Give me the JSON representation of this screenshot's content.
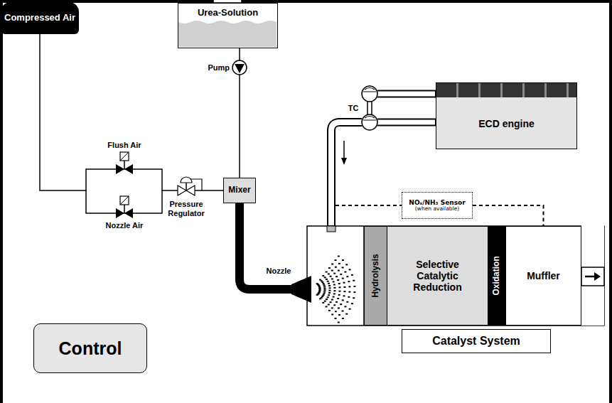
{
  "diagram": {
    "nodes": [
      {
        "text": [
          "Compressed Air"
        ]
      },
      {
        "text": [
          "Urea-Solution"
        ]
      },
      {
        "text": [
          "Mixer"
        ]
      },
      {
        "text": [
          "ECD engine"
        ]
      },
      {
        "text": [
          "NOₓ/NH₃ Sensor",
          "(when available)"
        ]
      },
      {
        "text": [
          "Hydrolysis"
        ]
      },
      {
        "text": [
          "Selective Catalytic Reduction"
        ]
      },
      {
        "text": [
          "Oxidation"
        ]
      },
      {
        "text": [
          "Muffler"
        ]
      },
      {
        "text": [
          "Catalyst System"
        ]
      },
      {
        "text": [
          "Control"
        ]
      }
    ],
    "edges": [
      {
        "from": 0,
        "to": 2,
        "arrow": "none"
      },
      {
        "from": 1,
        "to": 2,
        "arrow": "none"
      },
      {
        "from": 4,
        "to": 8,
        "arrow": "none"
      }
    ],
    "labels": [
      "Pump",
      "Flush Air",
      "Nozzle Air",
      "Pressure Regulator",
      "Nozzle",
      "TC"
    ]
  }
}
